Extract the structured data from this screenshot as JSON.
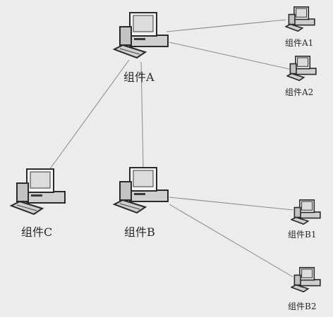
{
  "diagram": {
    "nodes": [
      {
        "id": "A",
        "label": "组件A"
      },
      {
        "id": "A1",
        "label": "组件A1"
      },
      {
        "id": "A2",
        "label": "组件A2"
      },
      {
        "id": "B",
        "label": "组件B"
      },
      {
        "id": "B1",
        "label": "组件B1"
      },
      {
        "id": "B2",
        "label": "组件B2"
      },
      {
        "id": "C",
        "label": "组件C"
      }
    ],
    "edges": [
      [
        "A",
        "A1"
      ],
      [
        "A",
        "A2"
      ],
      [
        "A",
        "B"
      ],
      [
        "A",
        "C"
      ],
      [
        "B",
        "B1"
      ],
      [
        "B",
        "B2"
      ]
    ],
    "icon": "computer-icon"
  }
}
